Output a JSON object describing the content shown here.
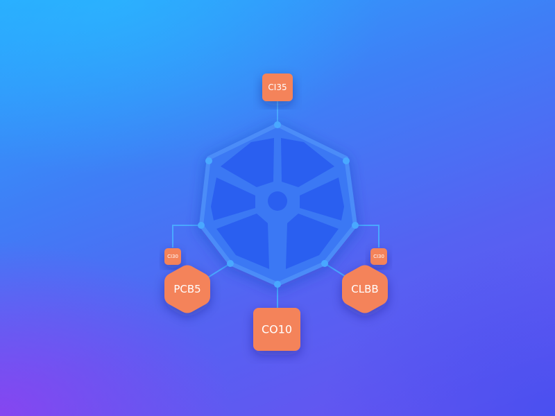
{
  "colors": {
    "hub_fill": "#3b78f4",
    "hub_panel": "#2a5ff0",
    "hub_stroke": "#4b8cf8",
    "connector": "#4aa8ff",
    "node_fill": "#f4835a",
    "node_text": "#ffffff"
  },
  "hub": {
    "icon": "wheel-hub-icon"
  },
  "nodes": {
    "top": {
      "label": "CI35"
    },
    "left_small": {
      "label": "CI30"
    },
    "right_small": {
      "label": "CI30"
    },
    "left_hex": {
      "label": "PCB5"
    },
    "right_hex": {
      "label": "CLBB"
    },
    "bottom": {
      "label": "CO10"
    }
  }
}
